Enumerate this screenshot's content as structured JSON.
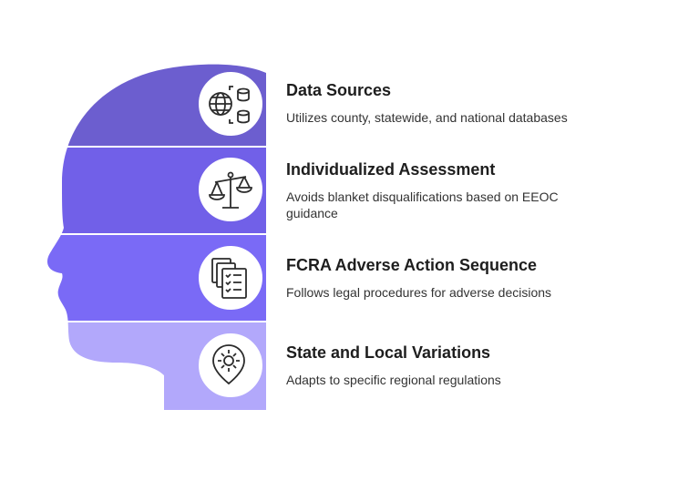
{
  "colors": {
    "band1": "#6c5ecf",
    "band2": "#7160e8",
    "band3": "#7a6af6",
    "band4": "#b2a8fb",
    "circle_border_1": "#6c5ecf",
    "circle_border_2": "#7160e8",
    "circle_border_3": "#7a6af6",
    "circle_border_4": "#b2a8fb",
    "icon": "#2b2b2b"
  },
  "items": [
    {
      "title": "Data Sources",
      "description": "Utilizes county, statewide, and national databases",
      "icon": "globe-database-icon"
    },
    {
      "title": "Individualized Assessment",
      "description": "Avoids blanket disqualifications based on EEOC guidance",
      "icon": "scales-icon"
    },
    {
      "title": "FCRA Adverse Action Sequence",
      "description": "Follows legal procedures for adverse decisions",
      "icon": "documents-checklist-icon"
    },
    {
      "title": "State and Local Variations",
      "description": "Adapts to specific regional regulations",
      "icon": "location-pin-gear-icon"
    }
  ]
}
